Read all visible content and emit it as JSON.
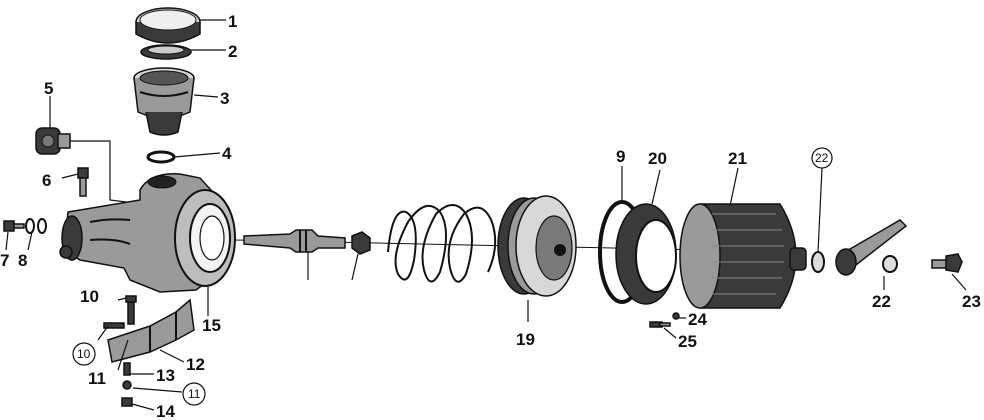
{
  "parts": {
    "p1": "1",
    "p2": "2",
    "p3": "3",
    "p4": "4",
    "p5": "5",
    "p6": "6",
    "p7": "7",
    "p8": "8",
    "p9": "9",
    "p10": "10",
    "p10_circled": "10",
    "p11": "11",
    "p11_circled": "11",
    "p12": "12",
    "p13": "13",
    "p14": "14",
    "p15": "15",
    "p19": "19",
    "p20": "20",
    "p21": "21",
    "p22": "22",
    "p22_circled": "22",
    "p23": "23",
    "p24": "24",
    "p25": "25"
  }
}
